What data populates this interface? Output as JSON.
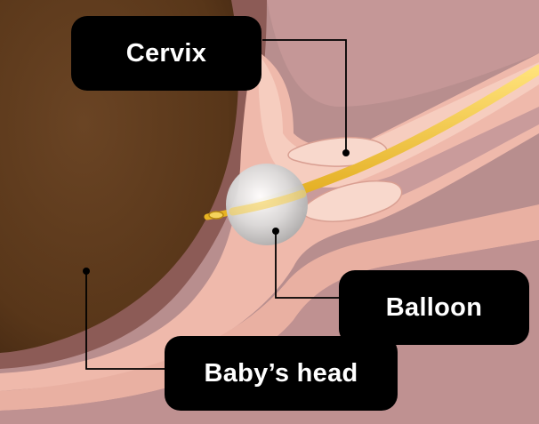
{
  "labels": {
    "cervix": "Cervix",
    "balloon": "Balloon",
    "babys_head": "Baby’s head"
  },
  "colors": {
    "background_tissue": "#b88e8e",
    "canal_tissue": "#c99b9b",
    "cervix_pink": "#f3c2b4",
    "cervix_highlight": "#fbe0d3",
    "baby_head": "#5e3a1d",
    "uterine_wall": "#8a5a55",
    "catheter": "#f2c12e",
    "balloon": "#dcdcdc",
    "callout_bg": "#000000",
    "callout_text": "#ffffff"
  }
}
